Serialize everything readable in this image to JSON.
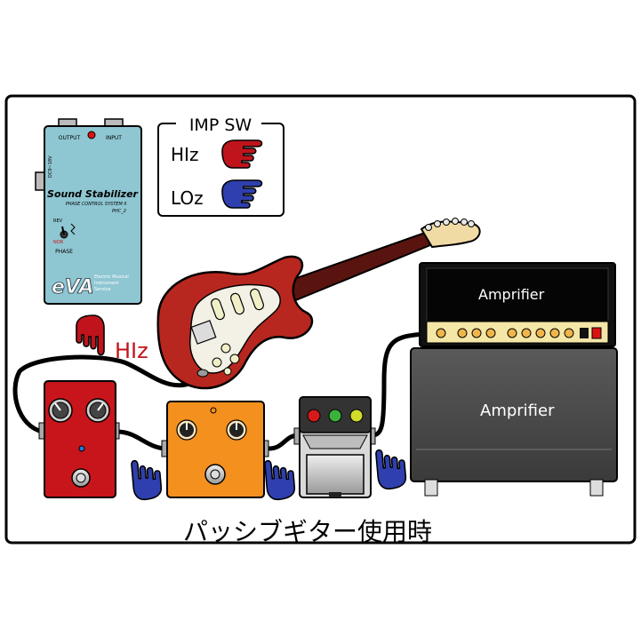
{
  "imp_sw": {
    "title": "IMP SW",
    "hiz_label": "HIz",
    "loz_label": "LOz"
  },
  "stabilizer": {
    "output_label": "OUTPUT",
    "input_label": "INPUT",
    "dc_label": "DC9~18V",
    "name": "Sound Stabilizer",
    "subtitle": "PHASE CONTROL SYSTEM II",
    "model": "PHC_2",
    "rev_label": "REV",
    "nor_label": "NOR",
    "phase_label": "PHASE",
    "brand": "eVA",
    "brand_tag_1": "Electric Musical",
    "brand_tag_2": "Instrument",
    "brand_tag_3": "Service"
  },
  "hiz_setting_label": "HIz",
  "amp_head_label": "Amprifier",
  "amp_cab_label": "Amprifier",
  "caption": "パッシブギター使用時",
  "colors": {
    "frame": "#000000",
    "stabilizer_body": "#8ec6d2",
    "fuzz_body": "#c8151b",
    "orange_body": "#f4901e",
    "hand_hiz": "#c0141c",
    "hand_blue": "#2f3fae",
    "guitar_body": "#b8271f",
    "amp_cab": "#4a4a4a"
  }
}
